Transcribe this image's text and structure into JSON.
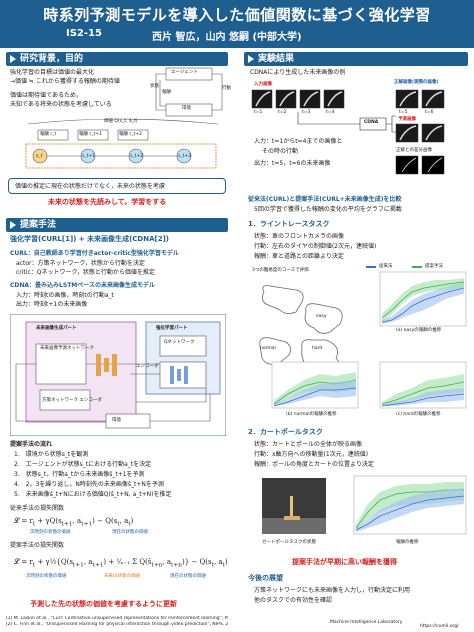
{
  "header": {
    "title": "時系列予測モデルを導入した価値関数に基づく強化学習",
    "poster_id": "IS2-15",
    "authors": "西片 智広，山内 悠嗣 (中部大学)"
  },
  "research_bg": {
    "heading": "研究背景，目的",
    "lines": [
      "強化学習の目標は価値の最大化",
      "→価値 ≒ これから獲得する報酬の期待値",
      "価値は期待値であるため，",
      "未知である将来の状態を考慮している"
    ],
    "diagram": {
      "agent_label": "エージェント",
      "env_label": "環境",
      "state_label": "状態",
      "action_label": "行動",
      "reward_label": "報酬",
      "value_label": "価値 Q(s_t, a_t)",
      "reward_nodes": [
        "報酬 r_t",
        "報酬 r_t+1",
        "報酬 r_t+2"
      ],
      "state_nodes": [
        "s_t",
        "s_t+1",
        "s_t+2",
        "s_t+3"
      ]
    },
    "callout": "価値の推定に現在の状態だけでなく，未来の状態を考慮",
    "conclusion": "未来の状態を先読みして，学習をする"
  },
  "method": {
    "heading": "提案手法",
    "subtitle": "強化学習(CURL[1]) + 未来画像生成(CDNA[2])",
    "curl_title": "CURL：自己教師あり学習付きactor-critic型強化学習モデル",
    "curl_items": [
      "actor：方策ネットワーク，状態から行動を決定",
      "critic：Qネットワーク，状態と行動から価値を推定"
    ],
    "cdna_title": "CDNA：畳み込みLSTMベースの未来画像生成モデル",
    "cdna_items": [
      "入力：時刻tの画像，時刻tの行動a_t",
      "出力：時刻t+1の未来画像"
    ],
    "diagram": {
      "gen_part": "未来画像生成パート",
      "rl_part": "強化学習パート",
      "future_net": "未来画像予測ネットワーク",
      "q_net": "Qネットワーク",
      "encoder": "エンコーダ",
      "policy_encoder": "方策ネットワーク エンコーダ",
      "env": "環境"
    },
    "flow_title": "提案手法の流れ",
    "flow_steps": [
      "1.　環境から状態s_tを観測",
      "2.　エージェントが状態s_tにおける行動a_tを決定",
      "3.　状態s_t，行動a_tから未来画像ŝ_t+1を予測",
      "4.　2，3を繰り返し，N時刻先の未来画像ŝ_t+Nを予測",
      "5.　未来画像ŝ_t+Nにおける価値Q(ŝ_t+N, a_t+N)を推定"
    ],
    "loss_old_title": "従来手法の損失関数",
    "loss_old_labels": [
      "次時刻の状態の価値",
      "現在の状態の価値"
    ],
    "loss_new_title": "提案手法の損失関数",
    "loss_new_labels": [
      "次時刻の状態の価値",
      "未来の状態の価値",
      "現在の状態の価値"
    ],
    "conclusion": "予測した先の状態の価値を考慮するように更新",
    "refs": [
      "[1] M. Laskin et al., \"Curl: Contrastive unsupervised representations for reinforcement learning\", PMLR, 2020.",
      "[2] C. Finn et al., \"Unsupervised learning for physical interaction through video prediction\", NIPS, 2016."
    ]
  },
  "results": {
    "heading": "実験結果",
    "cdna_intro": "CDNAにより生成した未来画像の例",
    "input_label": "入力画像",
    "gt_label": "正解画像(実際の画像)",
    "pred_label": "予測画像",
    "cdna_label": "CDNA",
    "input_times": [
      "t=1",
      "t=2",
      "t=3",
      "t=4"
    ],
    "output_times": [
      "t=5",
      "t=6"
    ],
    "diff_label": "正解との差分画像",
    "cdna_bullets": [
      "入力：t=1からt=4までの画像と",
      "その時の行動",
      "出力：t=5，t=6の未来画像"
    ],
    "compare_title": "従来法(CURL)と提案手法(CURL+未来画像生成)を比較",
    "compare_note": "5回の学習で獲得した報酬の変化の平均をグラフに掲載",
    "task1_title": "1．ライントレースタスク",
    "task1_items": [
      "状態：車のフロントカメラの画像",
      "行動：左右のタイヤの制御値(2次元，連続値)",
      "報酬：車と道路との距離より決定"
    ],
    "task1_courses": "3つの難易度のコースで評価",
    "legend_old": "従来法",
    "legend_new": "提案手法",
    "course_labels": [
      "easy",
      "normal",
      "hard"
    ],
    "plot_ylabel": "報酬",
    "plot_xlabel": "ステップ",
    "plot_captions": [
      "(a) easyの報酬の推移",
      "(b) normalの報酬の推移",
      "(c) hardの報酬の推移"
    ],
    "task2_title": "2．カートポールタスク",
    "task2_items": [
      "状態：カートとポールの全体が映る画像",
      "行動：x軸方向への移動量(1次元，連続値)",
      "報酬：ポールの角度とカートの位置より決定"
    ],
    "task2_state_caption": "カートポールタスクの状態",
    "task2_plot_caption": "報酬の推移",
    "results_conclusion": "提案手法が早期に高い報酬を獲得",
    "future_title": "今後の展望",
    "future_items": [
      "方策ネットワークにも未来画像を入力し，行動決定に利用",
      "他のタスクでの有効性を確認"
    ],
    "footer": "Machine Intelligence Laboratory",
    "footer_url": "https://cumil.org/"
  },
  "colors": {
    "header": "#1f5f8f",
    "accent_red": "#d32222",
    "accent_orange": "#e07a10",
    "old_method": "#3b6fd4",
    "new_method": "#3bb04a"
  }
}
